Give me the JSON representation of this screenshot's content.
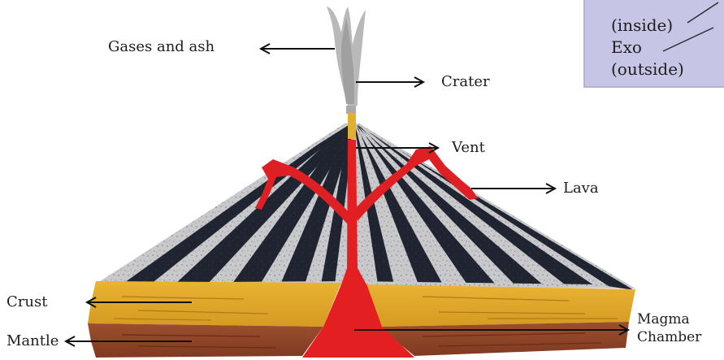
{
  "labels": {
    "gases_and_ash": "Gases and ash",
    "crater": "Crater",
    "vent": "Vent",
    "lava": "Lava",
    "crust": "Crust",
    "mantle": "Mantle",
    "magma": "Magma",
    "chamber": "Chamber"
  },
  "note": {
    "line1": "(inside)",
    "line2": "Exo",
    "line3": "(outside)"
  }
}
